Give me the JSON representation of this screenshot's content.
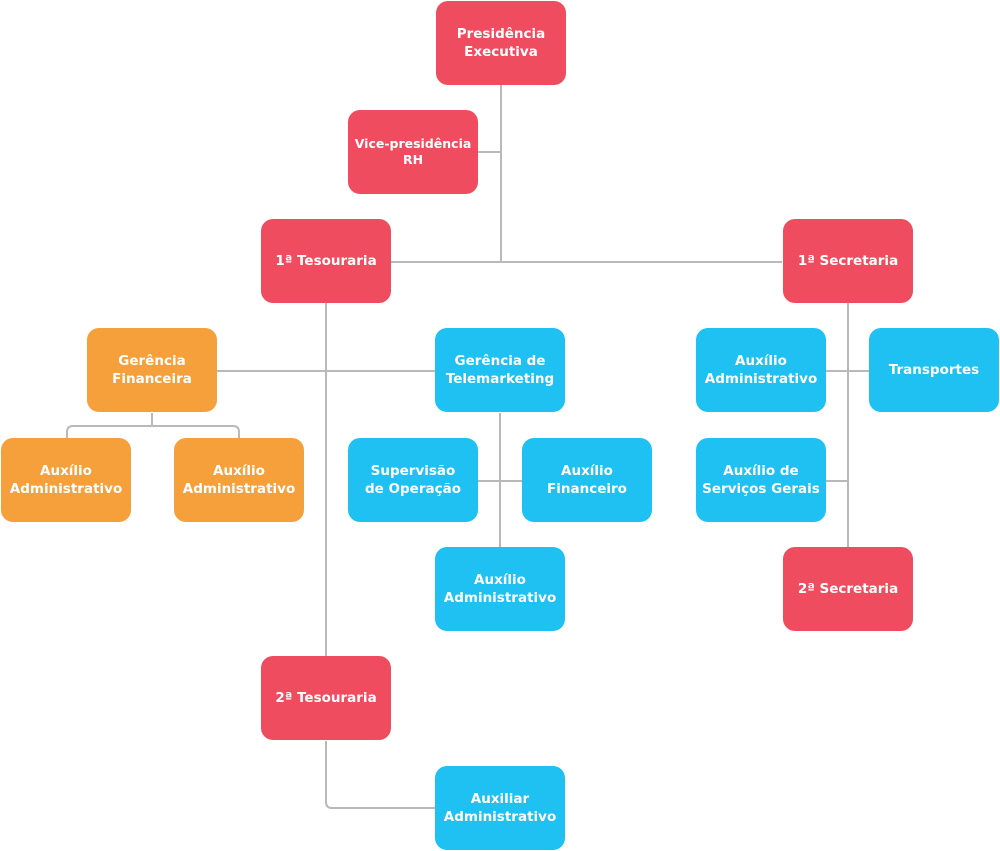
{
  "colors": {
    "red": "#ef4d5f",
    "orange": "#f6a03c",
    "blue": "#1ec1f2",
    "line": "#b9b9b9"
  },
  "nodes": {
    "presidencia": "Presidência\nExecutiva",
    "vice_rh": "Vice-presidência\nRH",
    "tesouraria1": "1ª Tesouraria",
    "secretaria1": "1ª Secretaria",
    "gerencia_financeira": "Gerência\nFinanceira",
    "gerencia_telemarketing": "Gerência de\nTelemarketing",
    "aux_admin_sec": "Auxílio\nAdministrativo",
    "transportes": "Transportes",
    "aux_admin_fin_1": "Auxílio\nAdministrativo",
    "aux_admin_fin_2": "Auxílio\nAdministrativo",
    "supervisao_operacao": "Supervisão\nde Operação",
    "aux_financeiro": "Auxílio\nFinanceiro",
    "aux_servicos_gerais": "Auxílio de\nServiços Gerais",
    "aux_admin_tele": "Auxílio\nAdministrativo",
    "secretaria2": "2ª Secretaria",
    "tesouraria2": "2ª Tesouraria",
    "auxiliar_admin": "Auxiliar\nAdministrativo"
  }
}
